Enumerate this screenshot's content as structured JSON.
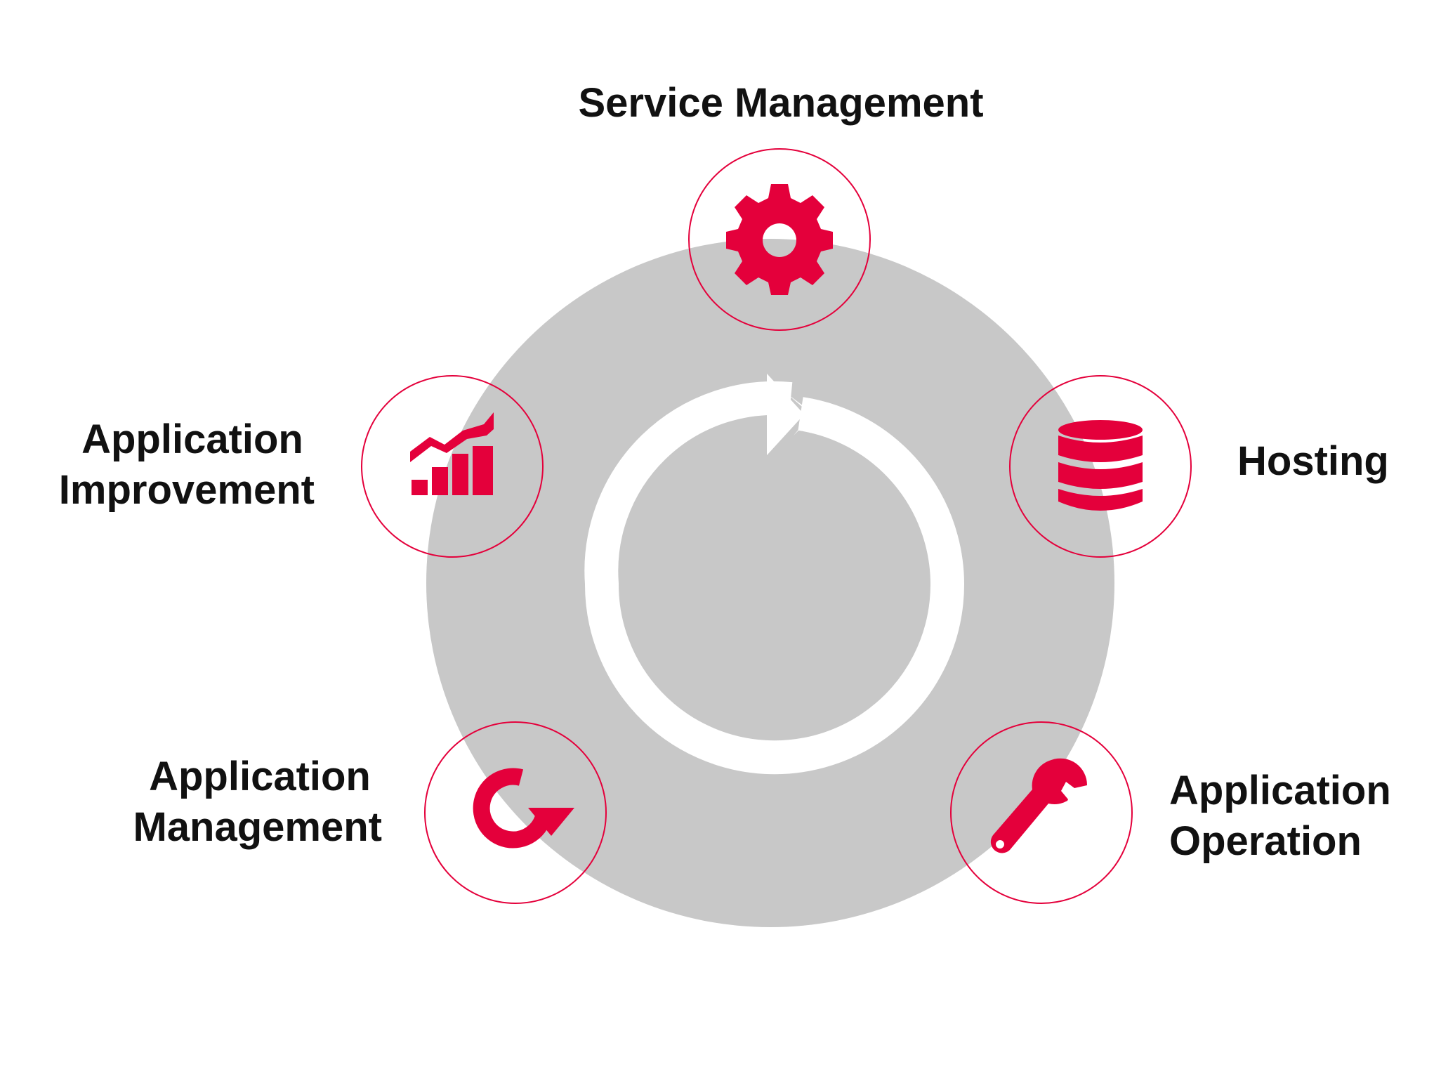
{
  "diagram": {
    "nodes": [
      {
        "id": "service-management",
        "label_lines": [
          "Service Management"
        ],
        "icon": "gear-icon"
      },
      {
        "id": "hosting",
        "label_lines": [
          "Hosting"
        ],
        "icon": "database-icon"
      },
      {
        "id": "application-operation",
        "label_lines": [
          "Application",
          "Operation"
        ],
        "icon": "wrench-icon"
      },
      {
        "id": "application-management",
        "label_lines": [
          "Application",
          "Management"
        ],
        "icon": "refresh-icon"
      },
      {
        "id": "application-improvement",
        "label_lines": [
          "Application",
          "Improvement"
        ],
        "icon": "growth-chart-icon"
      }
    ],
    "center_icon": "cycle-arrow-icon",
    "colors": {
      "accent": "#e4003b",
      "ring": "#c8c8c8",
      "node_fill": "#ffffff",
      "text": "#111111",
      "background": "#ffffff"
    }
  }
}
